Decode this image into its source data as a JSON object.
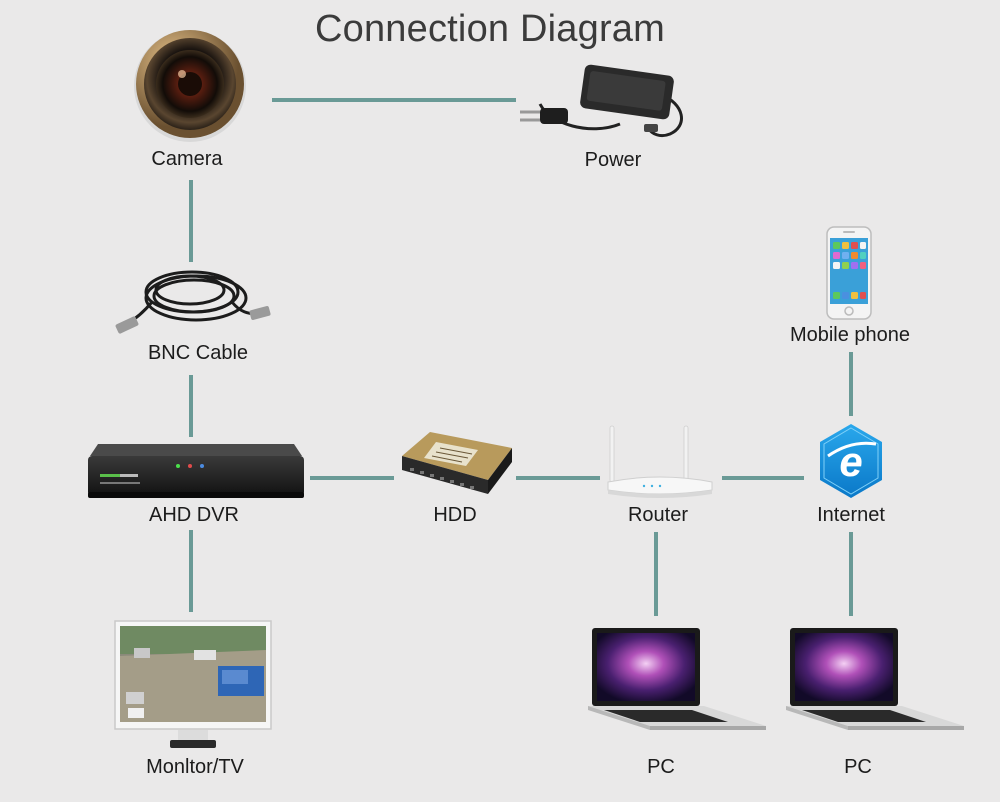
{
  "title": "Connection Diagram",
  "nodes": {
    "camera": {
      "label": "Camera"
    },
    "power": {
      "label": "Power"
    },
    "bnc_cable": {
      "label": "BNC Cable"
    },
    "mobile_phone": {
      "label": "Mobile phone"
    },
    "dvr": {
      "label": "AHD DVR"
    },
    "hdd": {
      "label": "HDD"
    },
    "router": {
      "label": "Router"
    },
    "internet": {
      "label": "Internet"
    },
    "monitor": {
      "label": "Monltor/TV"
    },
    "pc_left": {
      "label": "PC"
    },
    "pc_right": {
      "label": "PC"
    }
  },
  "connections": [
    [
      "camera",
      "power"
    ],
    [
      "camera",
      "bnc_cable"
    ],
    [
      "bnc_cable",
      "dvr"
    ],
    [
      "dvr",
      "hdd"
    ],
    [
      "hdd",
      "router"
    ],
    [
      "router",
      "internet"
    ],
    [
      "internet",
      "mobile_phone"
    ],
    [
      "dvr",
      "monitor"
    ],
    [
      "router",
      "pc_left"
    ],
    [
      "internet",
      "pc_right"
    ]
  ],
  "colors": {
    "background": "#eae9e9",
    "connector": "#6a9a96"
  }
}
